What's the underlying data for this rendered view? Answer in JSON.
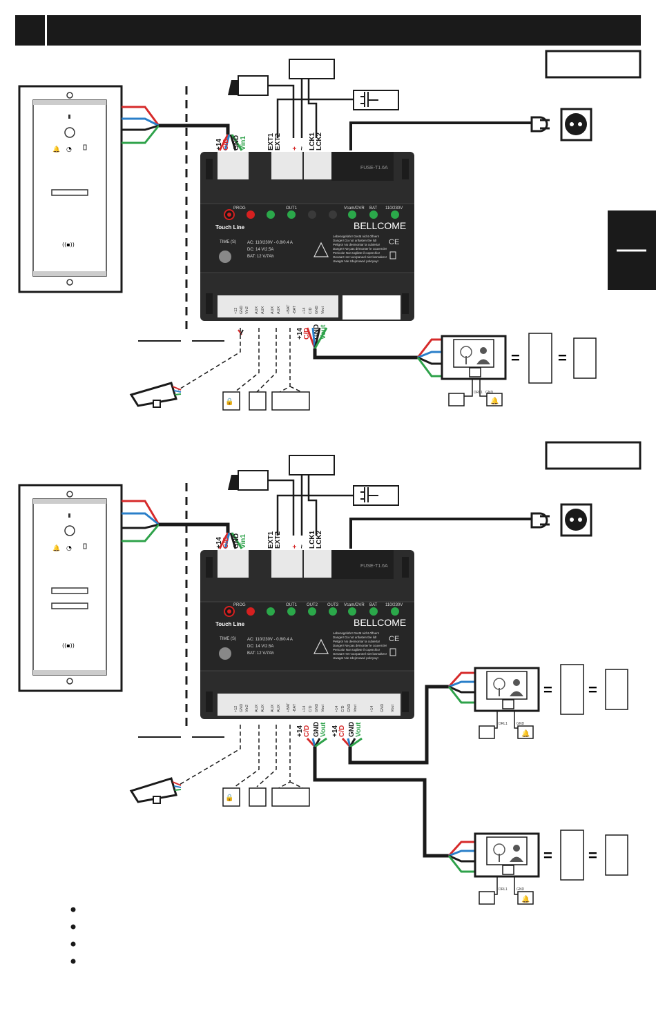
{
  "colors": {
    "black": "#1a1a1a",
    "module": "#2c2c2c",
    "red": "#d62a2a",
    "blue": "#2a7fc9",
    "green": "#2ea24a",
    "led_green": "#2ba84a",
    "led_red": "#d62020",
    "grey": "#555555"
  },
  "module": {
    "brand": "BELLCOME",
    "product_line": "Touch Line",
    "prog_label": "PROG",
    "out1_label": "OUT1",
    "out2_label": "OUT2",
    "out3_label": "OUT3",
    "vcam_label": "Vcam/DVR",
    "bat_label": "BAT",
    "power_label": "110/230V",
    "time_label": "TIME (S)",
    "spec_ac": "AC: 110/230V - 0.8/0.4 A",
    "spec_dc": "DC: 14 V/2.5A",
    "spec_bat": "BAT: 12 V/7Ah",
    "fuse_label": "FUSE-T1.6A",
    "warnings": [
      "Lebensgefahr! Gerät nicht öffnen!",
      "Danger! Do not unfasten the lid!",
      "Peligro! No desmontar la cubierta!",
      "Danger! Ne pas démonter le couvercle!",
      "Pericolo! Non togliete il coperchio!",
      "Gevaar! Het voorpaneel niet losmaken!",
      "Uwaga! Nie zdejmować pokrywy!"
    ],
    "top_terminals": [
      "+14",
      "C/D",
      "GND",
      "Vin1",
      "EXT1",
      "EXT2",
      "+",
      "~",
      "LCK1",
      "LCK2"
    ],
    "top_wire_labels": [
      "+14",
      "C/D",
      "GND",
      "Vin1",
      "EXT1",
      "EXT2",
      "+",
      "~",
      "LCK1",
      "LCK2"
    ],
    "bottom_terminals_1": [
      "+12",
      "GND",
      "Vin2",
      "AUX",
      "AUX",
      "AUX",
      "AUX",
      "+BAT",
      "-BAT",
      "+14",
      "C/D",
      "GND",
      "Vout"
    ],
    "bottom_terminals_2": [
      "+12",
      "GND",
      "Vin2",
      "AUX",
      "AUX",
      "AUX",
      "AUX",
      "+BAT",
      "-BAT",
      "+14",
      "C/D",
      "GND",
      "Vout",
      "+14",
      "C/D",
      "GND",
      "Vout",
      "+14",
      "GND",
      "Vout"
    ],
    "out_wire_labels": [
      "+14",
      "C/D",
      "GND",
      "Vout"
    ]
  },
  "monitor": {
    "drl1": "DRL1",
    "gnd": "GND"
  },
  "equals": "=",
  "bullets": [
    "",
    "",
    "",
    ""
  ]
}
